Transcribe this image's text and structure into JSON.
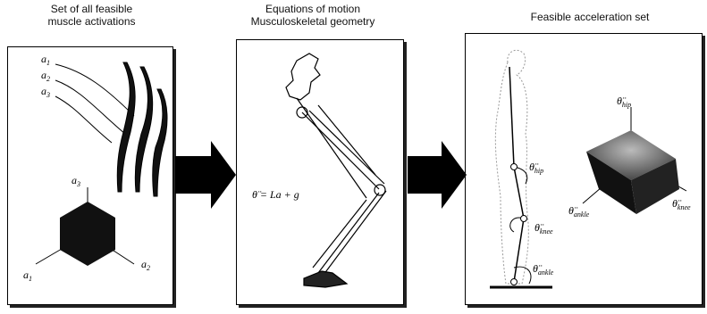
{
  "captions": {
    "left_line1": "Set of all feasible",
    "left_line2": "muscle activations",
    "middle_line1": "Equations of motion",
    "middle_line2": "Musculoskeletal geometry",
    "right": "Feasible acceleration set"
  },
  "left_panel": {
    "muscle_labels": [
      "a",
      "a",
      "a"
    ],
    "muscle_label_subs": [
      "1",
      "2",
      "3"
    ],
    "axis_labels": [
      "a",
      "a",
      "a"
    ],
    "axis_label_subs": [
      "3",
      "1",
      "2"
    ]
  },
  "middle_panel": {
    "equation": "θ̈ = La + g"
  },
  "right_panel": {
    "joint_labels": [
      "θ̈",
      "θ̈",
      "θ̈"
    ],
    "joint_label_subs": [
      "hip",
      "knee",
      "ankle"
    ],
    "cube_axis_labels": [
      "θ̈",
      "θ̈",
      "θ̈"
    ],
    "cube_axis_label_subs": [
      "hip",
      "ankle",
      "knee"
    ]
  }
}
